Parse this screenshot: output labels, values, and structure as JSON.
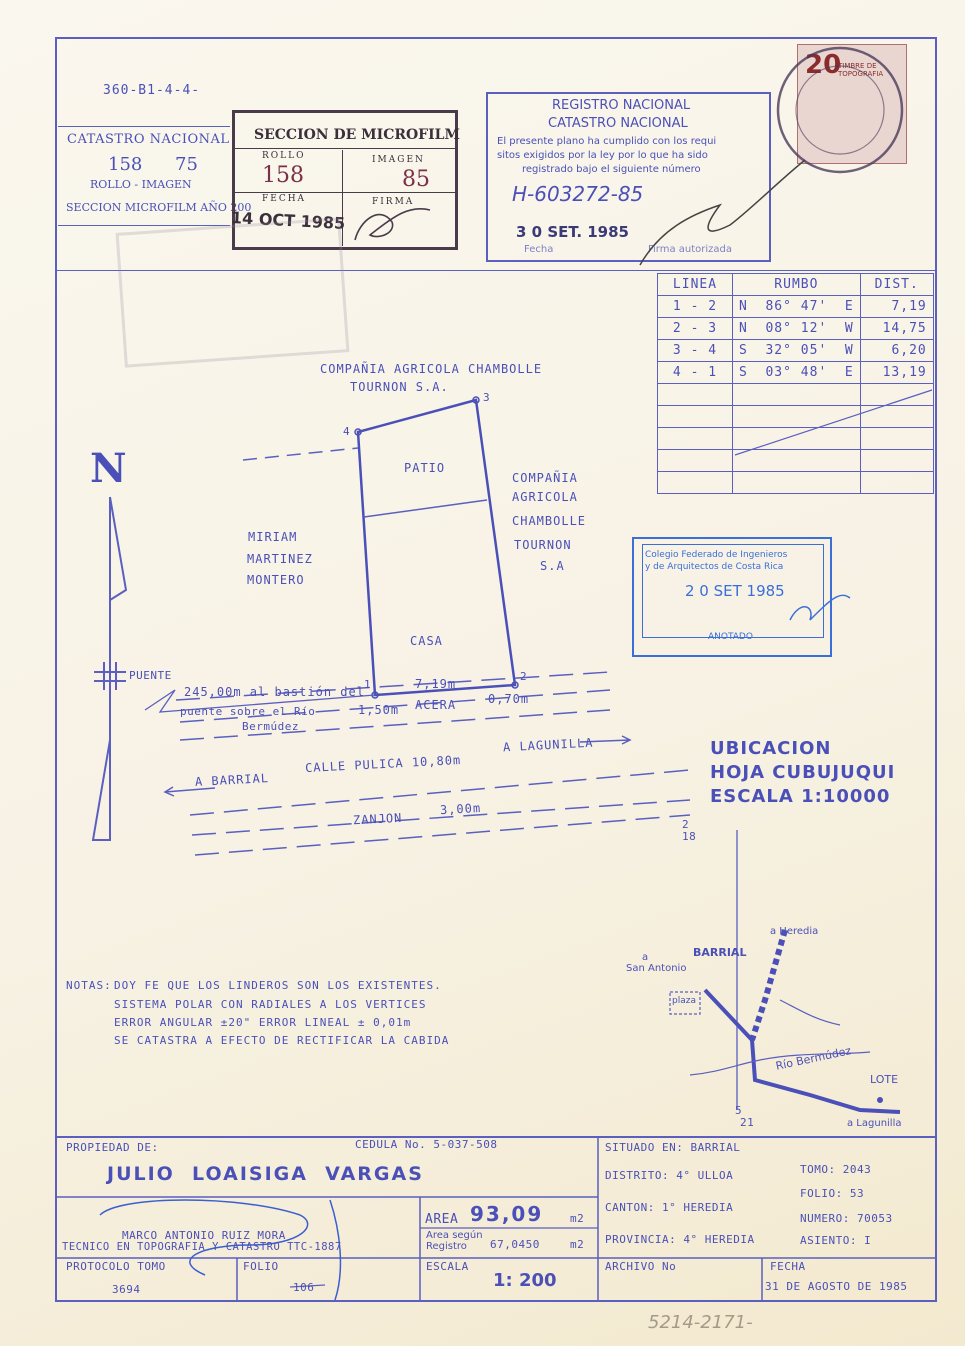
{
  "ref_code": "360-B1-4-4-",
  "catastro_box": {
    "title": "CATASTRO NACIONAL",
    "rollo": "158",
    "imagen": "75",
    "rollo_imagen_label": "ROLLO - IMAGEN",
    "seccion": "SECCION MICROFILM AÑO 200"
  },
  "microfilm_stamp": {
    "title": "SECCION DE MICROFILM",
    "rollo_label": "ROLLO",
    "imagen_label": "IMAGEN",
    "rollo": "158",
    "imagen": "85",
    "fecha_label": "FECHA",
    "firma_label": "FIRMA",
    "fecha": "14 OCT 1985"
  },
  "registro": {
    "title1": "REGISTRO NACIONAL",
    "title2": "CATASTRO NACIONAL",
    "line1": "El presente plano ha cumplido con los requi",
    "line2": "sitos exigidos por la ley por lo que ha sido",
    "line3": "registrado bajo el siguiente número",
    "number": "H-603272-85",
    "date": "3 0 SET. 1985",
    "fecha_label": "Fecha",
    "firma_label": "Firma autorizada"
  },
  "timbre": {
    "text": "TIMBRE DE TOPOGRAFIA",
    "value": "20"
  },
  "rumbo_table": {
    "headers": [
      "LINEA",
      "RUMBO",
      "DIST."
    ],
    "rows": [
      [
        "1 - 2",
        "N  86° 47'  E",
        "7,19"
      ],
      [
        "2 - 3",
        "N  08° 12'  W",
        "14,75"
      ],
      [
        "3 - 4",
        "S  32° 05'  W",
        "6,20"
      ],
      [
        "4 - 1",
        "S  03° 48'  E",
        "13,19"
      ]
    ]
  },
  "plan": {
    "north": "N",
    "north_owner_1": "COMPAÑIA AGRICOLA CHAMBOLLE",
    "north_owner_2": "TOURNON S.A.",
    "east_owner": [
      "COMPAÑIA",
      "AGRICOLA",
      "CHAMBOLLE",
      "TOURNON",
      "S.A"
    ],
    "west_owner": [
      "MIRIAM",
      "MARTINEZ",
      "MONTERO"
    ],
    "patio": "PATIO",
    "casa": "CASA",
    "v1": "1",
    "v2": "2",
    "v3": "3",
    "v4": "4",
    "front_dist": "7,19m",
    "puente": "PUENTE",
    "bastion_1": "245,00m al bastión del",
    "bastion_2": "puente sobre  el Río",
    "bastion_3": "Bermúdez",
    "acera_left": "1,50m",
    "acera": "ACERA",
    "acera_right": "0,70m",
    "a_barrial": "A BARRIAL",
    "calle": "CALLE PULICA 10,80m",
    "a_lagunilla": "A LAGUNILLA",
    "zanjon": "ZANJON",
    "zanjon_w": "3,00m"
  },
  "colegio_stamp": {
    "line1": "Colegio Federado de Ingenieros",
    "line2": "y de Arquitectos de Costa Rica",
    "date": "2 0 SET 1985",
    "anotado": "ANOTADO"
  },
  "ubicacion": {
    "title1": "UBICACION",
    "title2": "HOJA CUBUJUQUI",
    "title3": "ESCALA 1:10000",
    "grid_top_a": "2",
    "grid_top_b": "18",
    "grid_bot_a": "5",
    "grid_bot_b": "21",
    "a_heredia": "a Heredia",
    "barrial": "BARRIAL",
    "a": "a",
    "san_antonio": "San Antonio",
    "plaza": "plaza",
    "rio": "Río  Bermúdez",
    "lote": "LOTE",
    "a_lagunilla": "a Lagunilla"
  },
  "notas": {
    "label": "NOTAS:",
    "line1": "DOY FE QUE LOS LINDEROS SON LOS EXISTENTES.",
    "line2": "SISTEMA POLAR CON RADIALES A LOS VERTICES",
    "line3": "ERROR ANGULAR ±20\" ERROR LINEAL ± 0,01m",
    "line4": "SE CATASTRA A EFECTO DE RECTIFICAR LA CABIDA"
  },
  "title_block": {
    "propiedad_label": "PROPIEDAD DE:",
    "cedula": "CEDULA No. 5-037-508",
    "owner": "JULIO  LOAISIGA  VARGAS",
    "tecnico_1": "MARCO ANTONIO RUIZ MORA",
    "tecnico_2": "TECNICO EN TOPOGRAFIA Y CATASTRO TTC-1887",
    "area_label": "AREA",
    "area": "93,09",
    "m2": "m2",
    "area_segun_1": "Area según",
    "area_segun_2": "Registro",
    "area_registro": "67,0450",
    "protocolo_label": "PROTOCOLO TOMO",
    "protocolo": "3694",
    "folio_label": "FOLIO",
    "folio": "106",
    "escala_label": "ESCALA",
    "escala": "1: 200",
    "situado": "SITUADO EN: BARRIAL",
    "distrito": "DISTRITO: 4° ULLOA",
    "canton": "CANTON: 1° HEREDIA",
    "provincia": "PROVINCIA: 4° HEREDIA",
    "tomo": "TOMO: 2043",
    "folio_r": "FOLIO: 53",
    "numero": "NUMERO: 70053",
    "asiento": "ASIENTO: I",
    "archivo_label": "ARCHIVO No",
    "fecha_label": "FECHA",
    "fecha": "31 DE AGOSTO DE 1985"
  },
  "bottom_note": "5214-2171-"
}
